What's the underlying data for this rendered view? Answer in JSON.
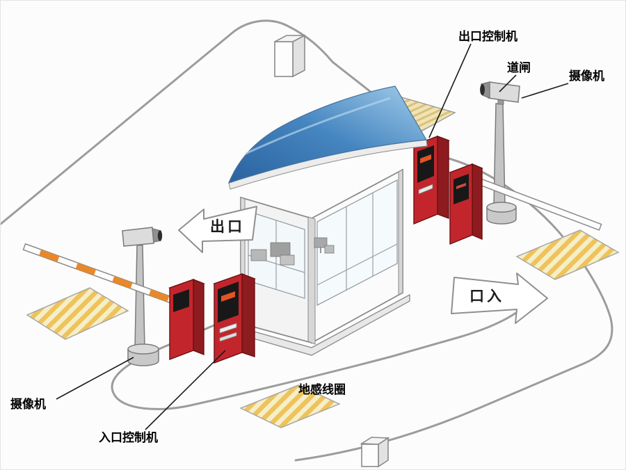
{
  "labels": {
    "exit_controller": "出口控制机",
    "barrier_gate": "道闸",
    "camera_top_right": "摄像机",
    "camera_bottom_left": "摄像机",
    "entrance_controller": "入口控制机",
    "ground_coil": "地感线圈"
  },
  "arrows": {
    "exit": "出口",
    "entrance": "口入"
  },
  "colors": {
    "road": "#9c9c9c",
    "machine_red": "#c2262c",
    "machine_red_dark": "#8e1b1f",
    "machine_red_top": "#a52227",
    "screen_black": "#181818",
    "display_orange": "#e05525",
    "roof_blue_dark": "#2a639f",
    "roof_blue": "#4585c0",
    "roof_blue_light": "#a2cdea",
    "coil_bg": "#f6eec9",
    "coil_stripe": "#edc35a",
    "panel_bg": "#efe3b6",
    "panel_stripe": "#d9c17a",
    "arm_orange": "#e8882b"
  }
}
